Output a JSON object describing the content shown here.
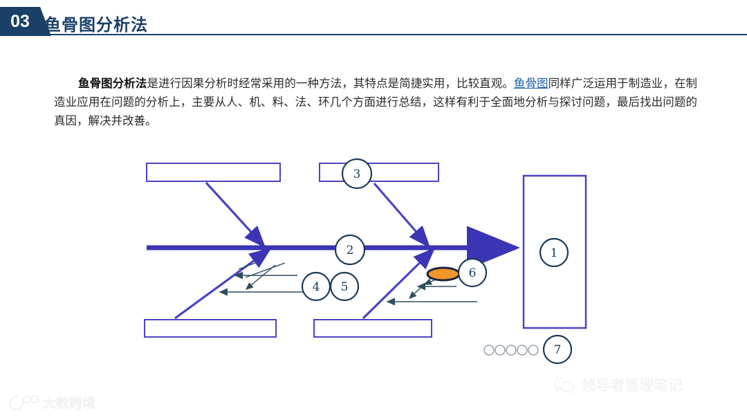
{
  "header": {
    "badge_number": "03",
    "title": "鱼骨图分析法",
    "accent_color": "#1b4068"
  },
  "body": {
    "lead": "鱼骨图分析法",
    "text_1": "是进行因果分析时经常采用的一种方法，其特点是简捷实用，比较直观。",
    "link": "鱼骨图",
    "text_2": "同样广泛运用于制造业，在制造业应用在问题的分析上，主要从人、机、料、法、环几个方面进行总结，这样有利于全面地分析与探讨问题，最后找出问题的真因，解决并改善。",
    "link_color": "#1d5fa8"
  },
  "diagram": {
    "spine_color": "#3b35b5",
    "bone_color": "#4a43c2",
    "box_border_color": "#4a43c2",
    "sub_bone_color": "#2e4d5e",
    "circle_color": "#1b3a57",
    "highlight_color": "#f0962b",
    "callouts": [
      {
        "id": "callout-1",
        "label": "1"
      },
      {
        "id": "callout-2",
        "label": "2"
      },
      {
        "id": "callout-3",
        "label": "3"
      },
      {
        "id": "callout-4",
        "label": "4"
      },
      {
        "id": "callout-5",
        "label": "5"
      },
      {
        "id": "callout-6",
        "label": "6"
      },
      {
        "id": "callout-7",
        "label": "7"
      }
    ],
    "boxes": [
      {
        "id": "box-top-left",
        "label": ""
      },
      {
        "id": "box-top-right",
        "label": ""
      },
      {
        "id": "box-bottom-left",
        "label": ""
      },
      {
        "id": "box-bottom-right",
        "label": ""
      },
      {
        "id": "box-head",
        "label": ""
      }
    ],
    "dot_count": 5
  },
  "footer": {
    "logo_text": "大数跨境",
    "watermark_text": "领导者管理笔记"
  }
}
